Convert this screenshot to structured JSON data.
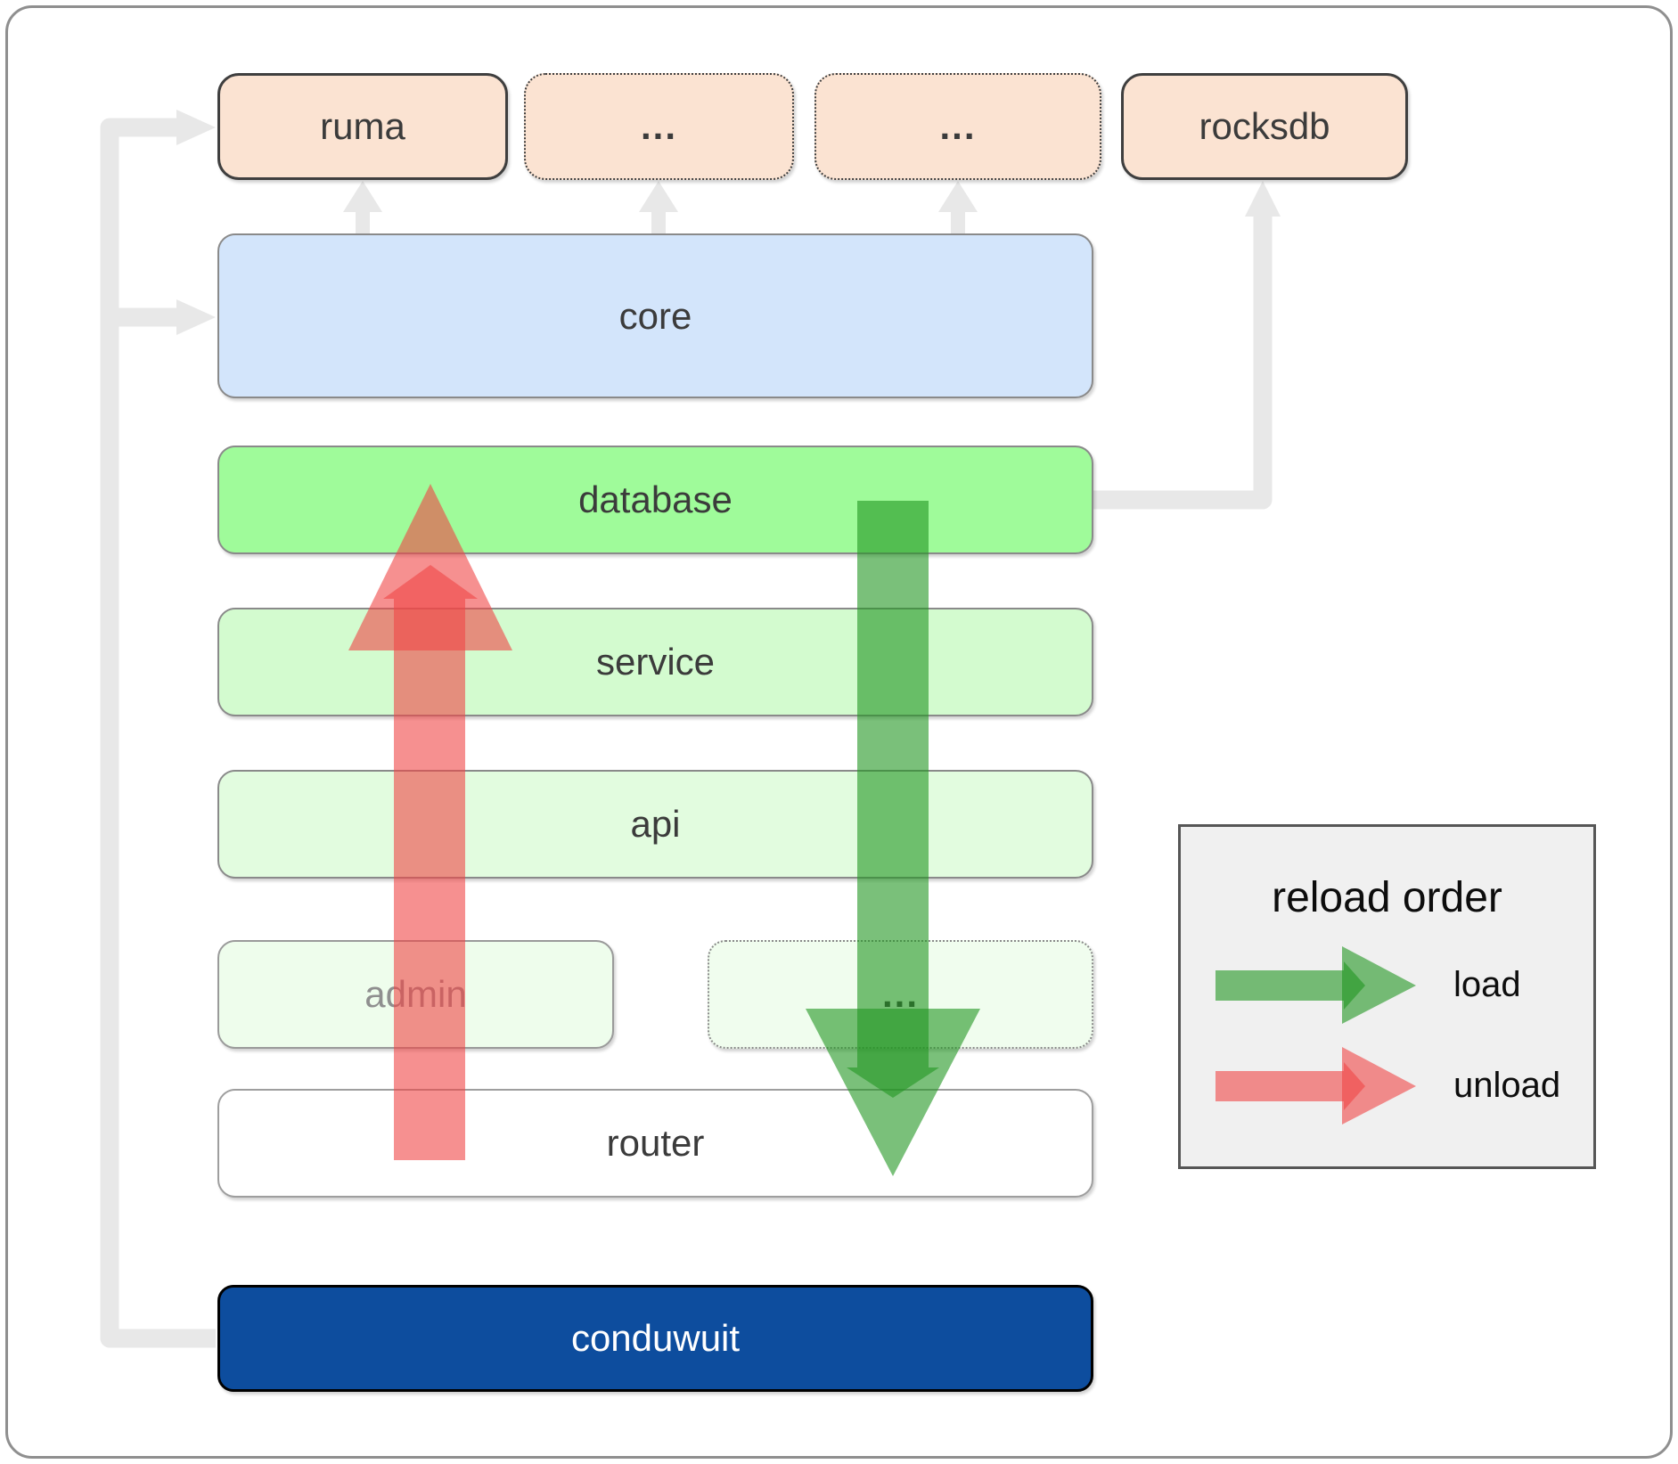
{
  "boxes": {
    "ruma": "ruma",
    "ellipsis1": "...",
    "ellipsis2": "...",
    "rocksdb": "rocksdb",
    "core": "core",
    "database": "database",
    "service": "service",
    "api": "api",
    "admin": "admin",
    "admin_ellipsis": "...",
    "router": "router",
    "conduwuit": "conduwuit"
  },
  "legend": {
    "title": "reload order",
    "load": "load",
    "unload": "unload"
  },
  "colors": {
    "load_arrow": "#229622",
    "unload_arrow": "#f04646",
    "connector": "#e8e8e8",
    "crate_fill": "#fbe3d2",
    "core_fill": "#d3e5fb",
    "database_fill": "#9ffb9a",
    "service_fill": "#d3fbcf",
    "api_fill": "#e2fcdf",
    "admin_fill": "#eefdec",
    "router_fill": "#ffffff",
    "conduwuit_fill": "#0d4d9e",
    "legend_fill": "#f0f0f0"
  }
}
